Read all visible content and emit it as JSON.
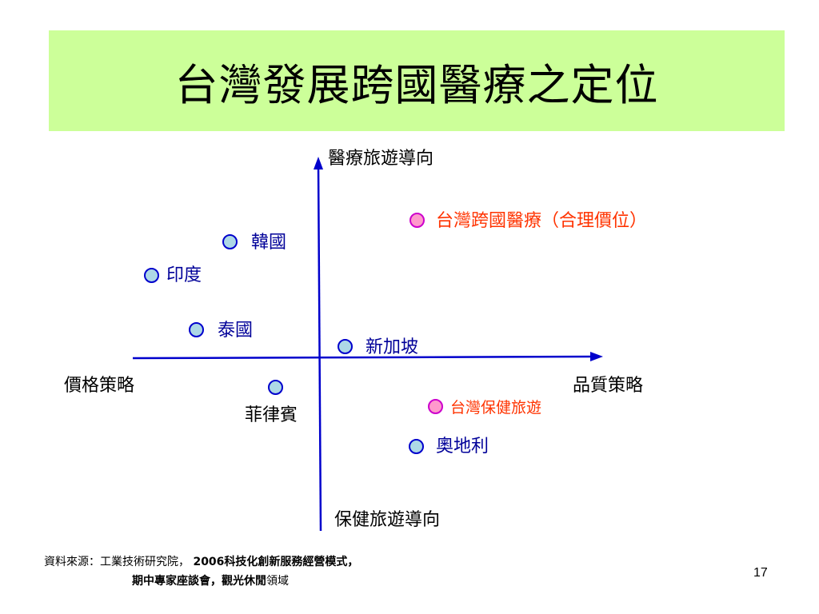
{
  "title": "台灣發展跨國醫療之定位",
  "axes": {
    "top": "醫療旅遊導向",
    "bottom": "保健旅遊導向",
    "left": "價格策略",
    "right": "品質策略"
  },
  "points": {
    "taiwan_medical": "台灣跨國醫療（合理價位）",
    "korea": "韓國",
    "india": "印度",
    "thailand": "泰國",
    "singapore": "新加坡",
    "philippines": "菲律賓",
    "taiwan_health": "台灣保健旅遊",
    "austria": "奧地利"
  },
  "colors": {
    "axis": "#0000cc",
    "title_bg": "#ccff99",
    "blue_marker_fill": "#add8e6",
    "pink_marker_fill": "#ff99cc",
    "blue_label": "#000099",
    "red_label": "#ff3300"
  },
  "source": {
    "prefix": "資料來源：工業技術研究院，",
    "line1_bold": "2006科技化創新服務經營模式，",
    "line2_bold": "期中專家座談會，觀光休閒",
    "line2_tail": "領域"
  },
  "page_number": "17"
}
